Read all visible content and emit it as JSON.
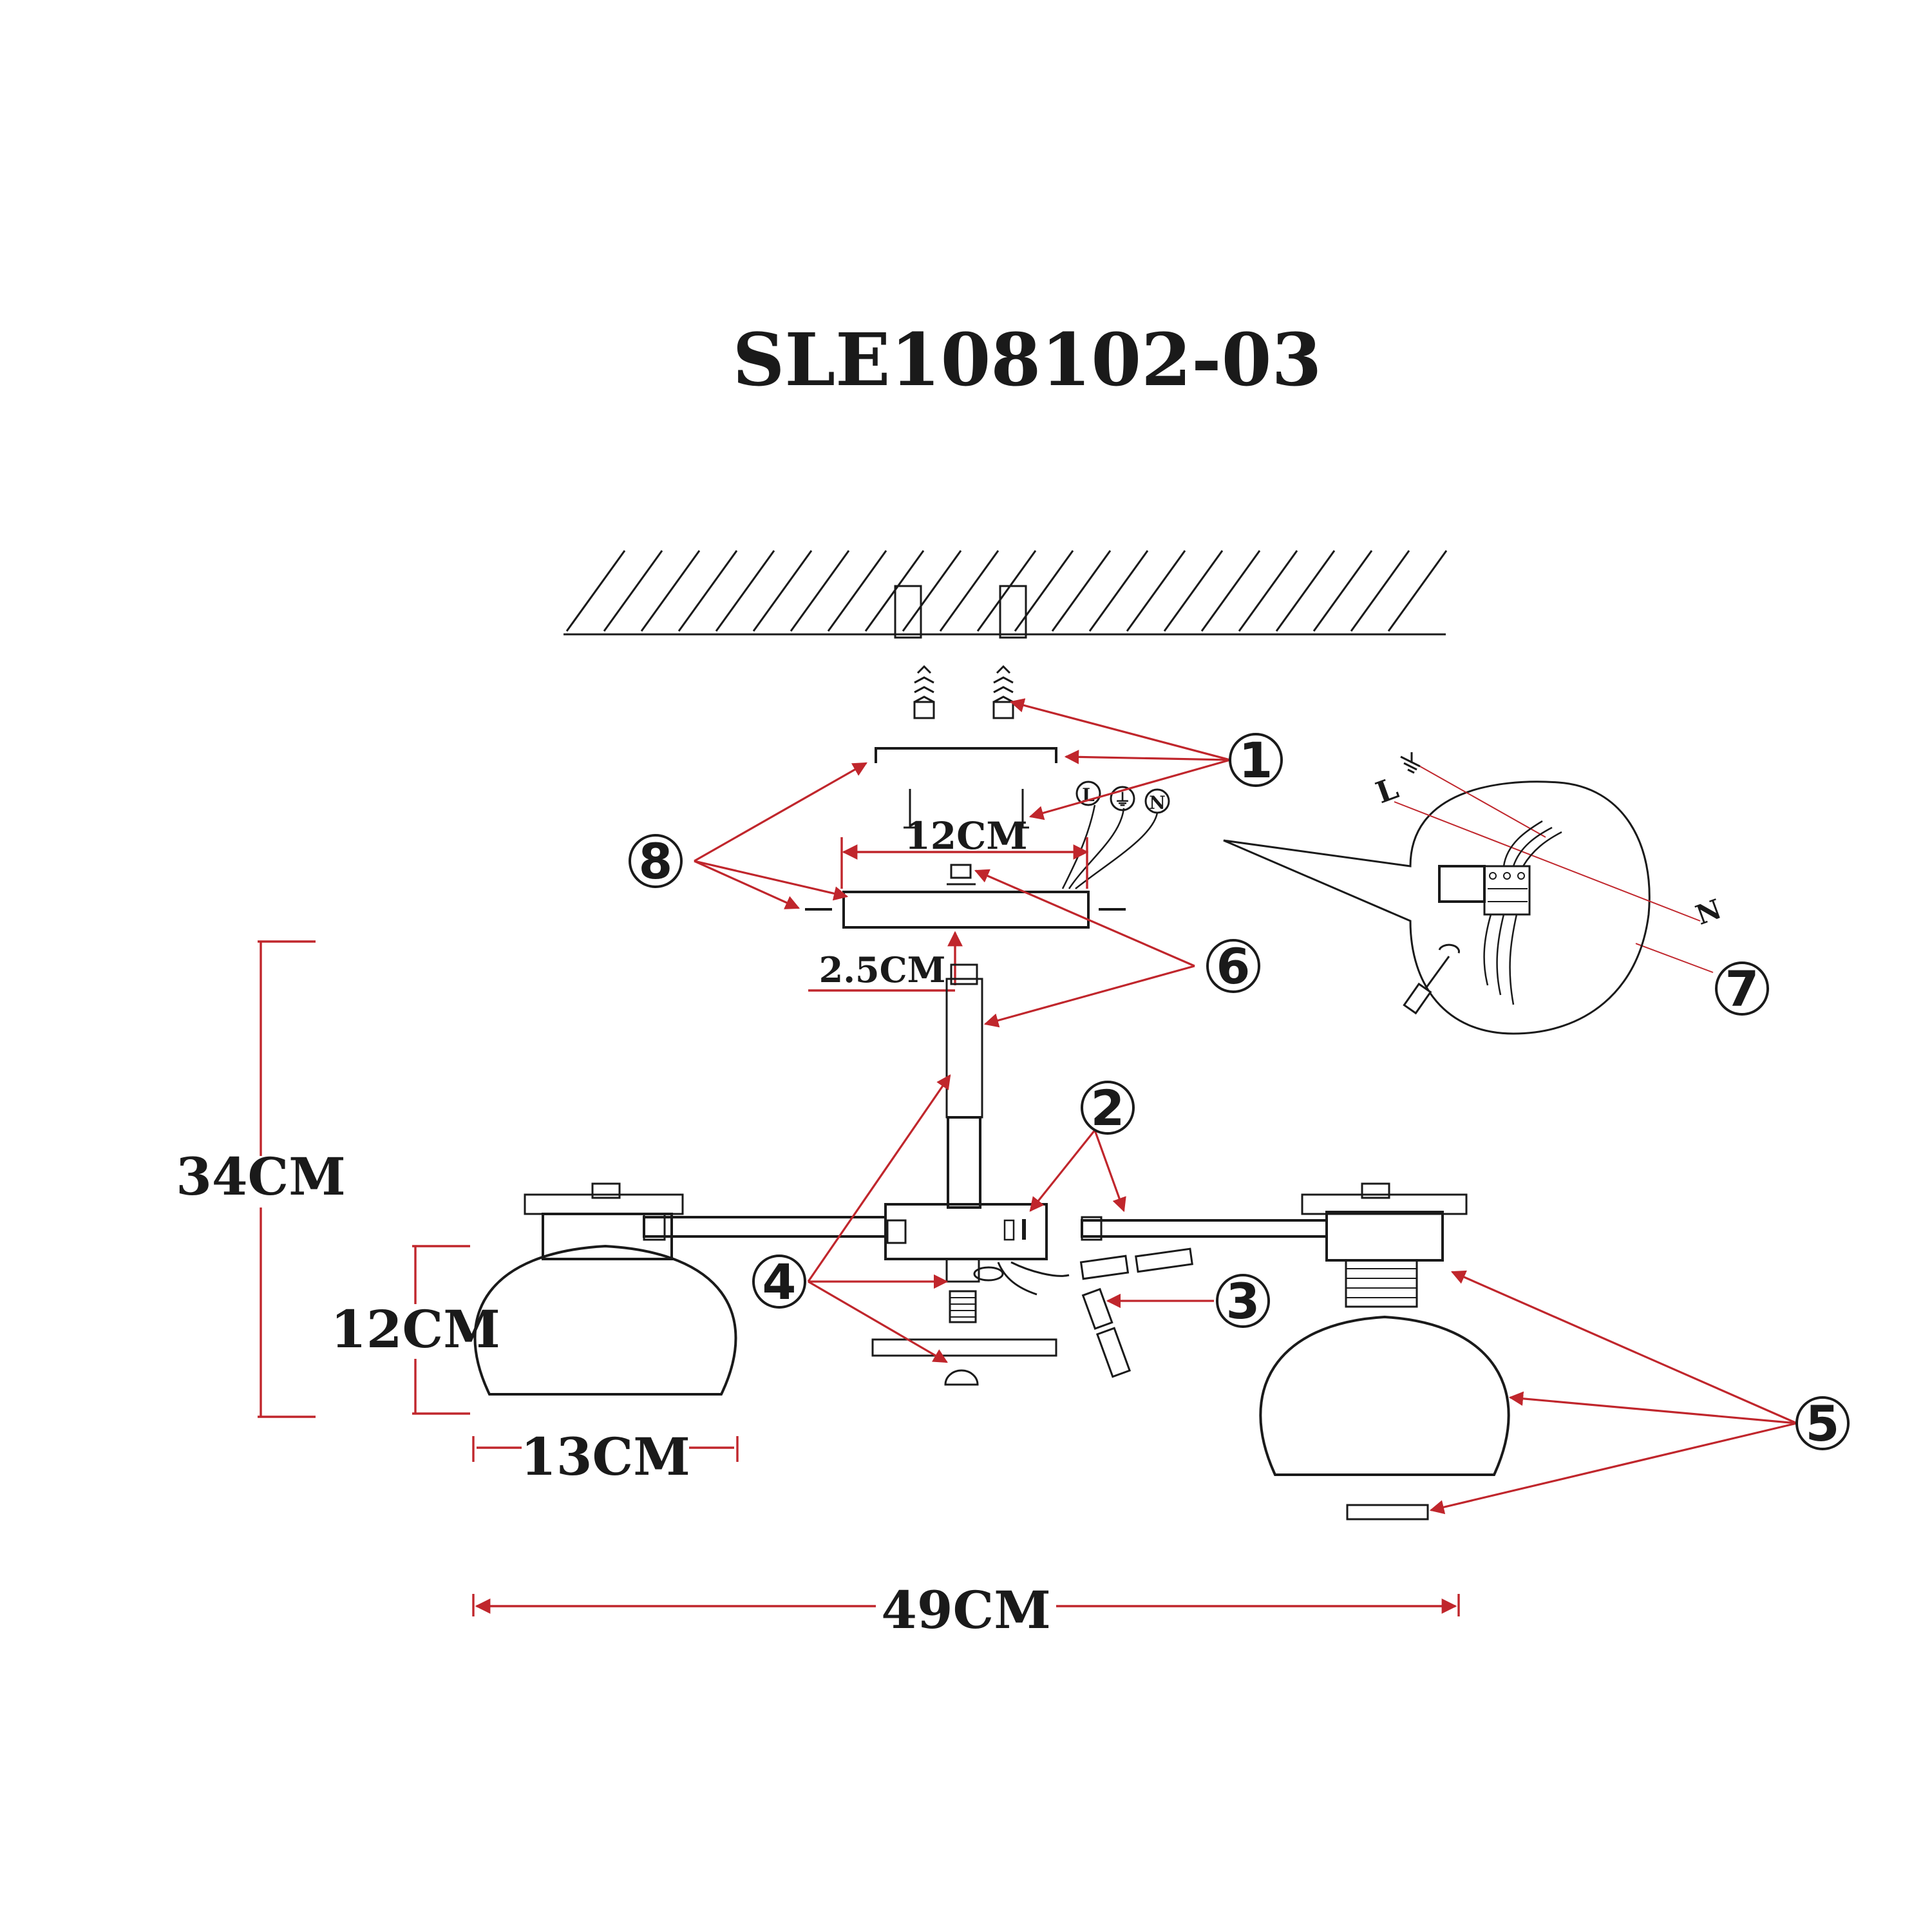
{
  "title": "SLE108102-03",
  "dimensions": {
    "canopy_width": "12CM",
    "mount_offset": "2.5CM",
    "total_height": "34CM",
    "shade_height": "12CM",
    "shade_width": "13CM",
    "total_width": "49CM"
  },
  "callouts": [
    "1",
    "2",
    "3",
    "4",
    "5",
    "6",
    "7",
    "8"
  ],
  "wiring": {
    "top_terminals": [
      "L",
      "⏚",
      "N"
    ],
    "detail_labels": {
      "live": "L",
      "neutral": "N"
    }
  },
  "colors": {
    "ink": "#1a1a1a",
    "leader": "#c0262c",
    "wood": "#c67a3c"
  }
}
